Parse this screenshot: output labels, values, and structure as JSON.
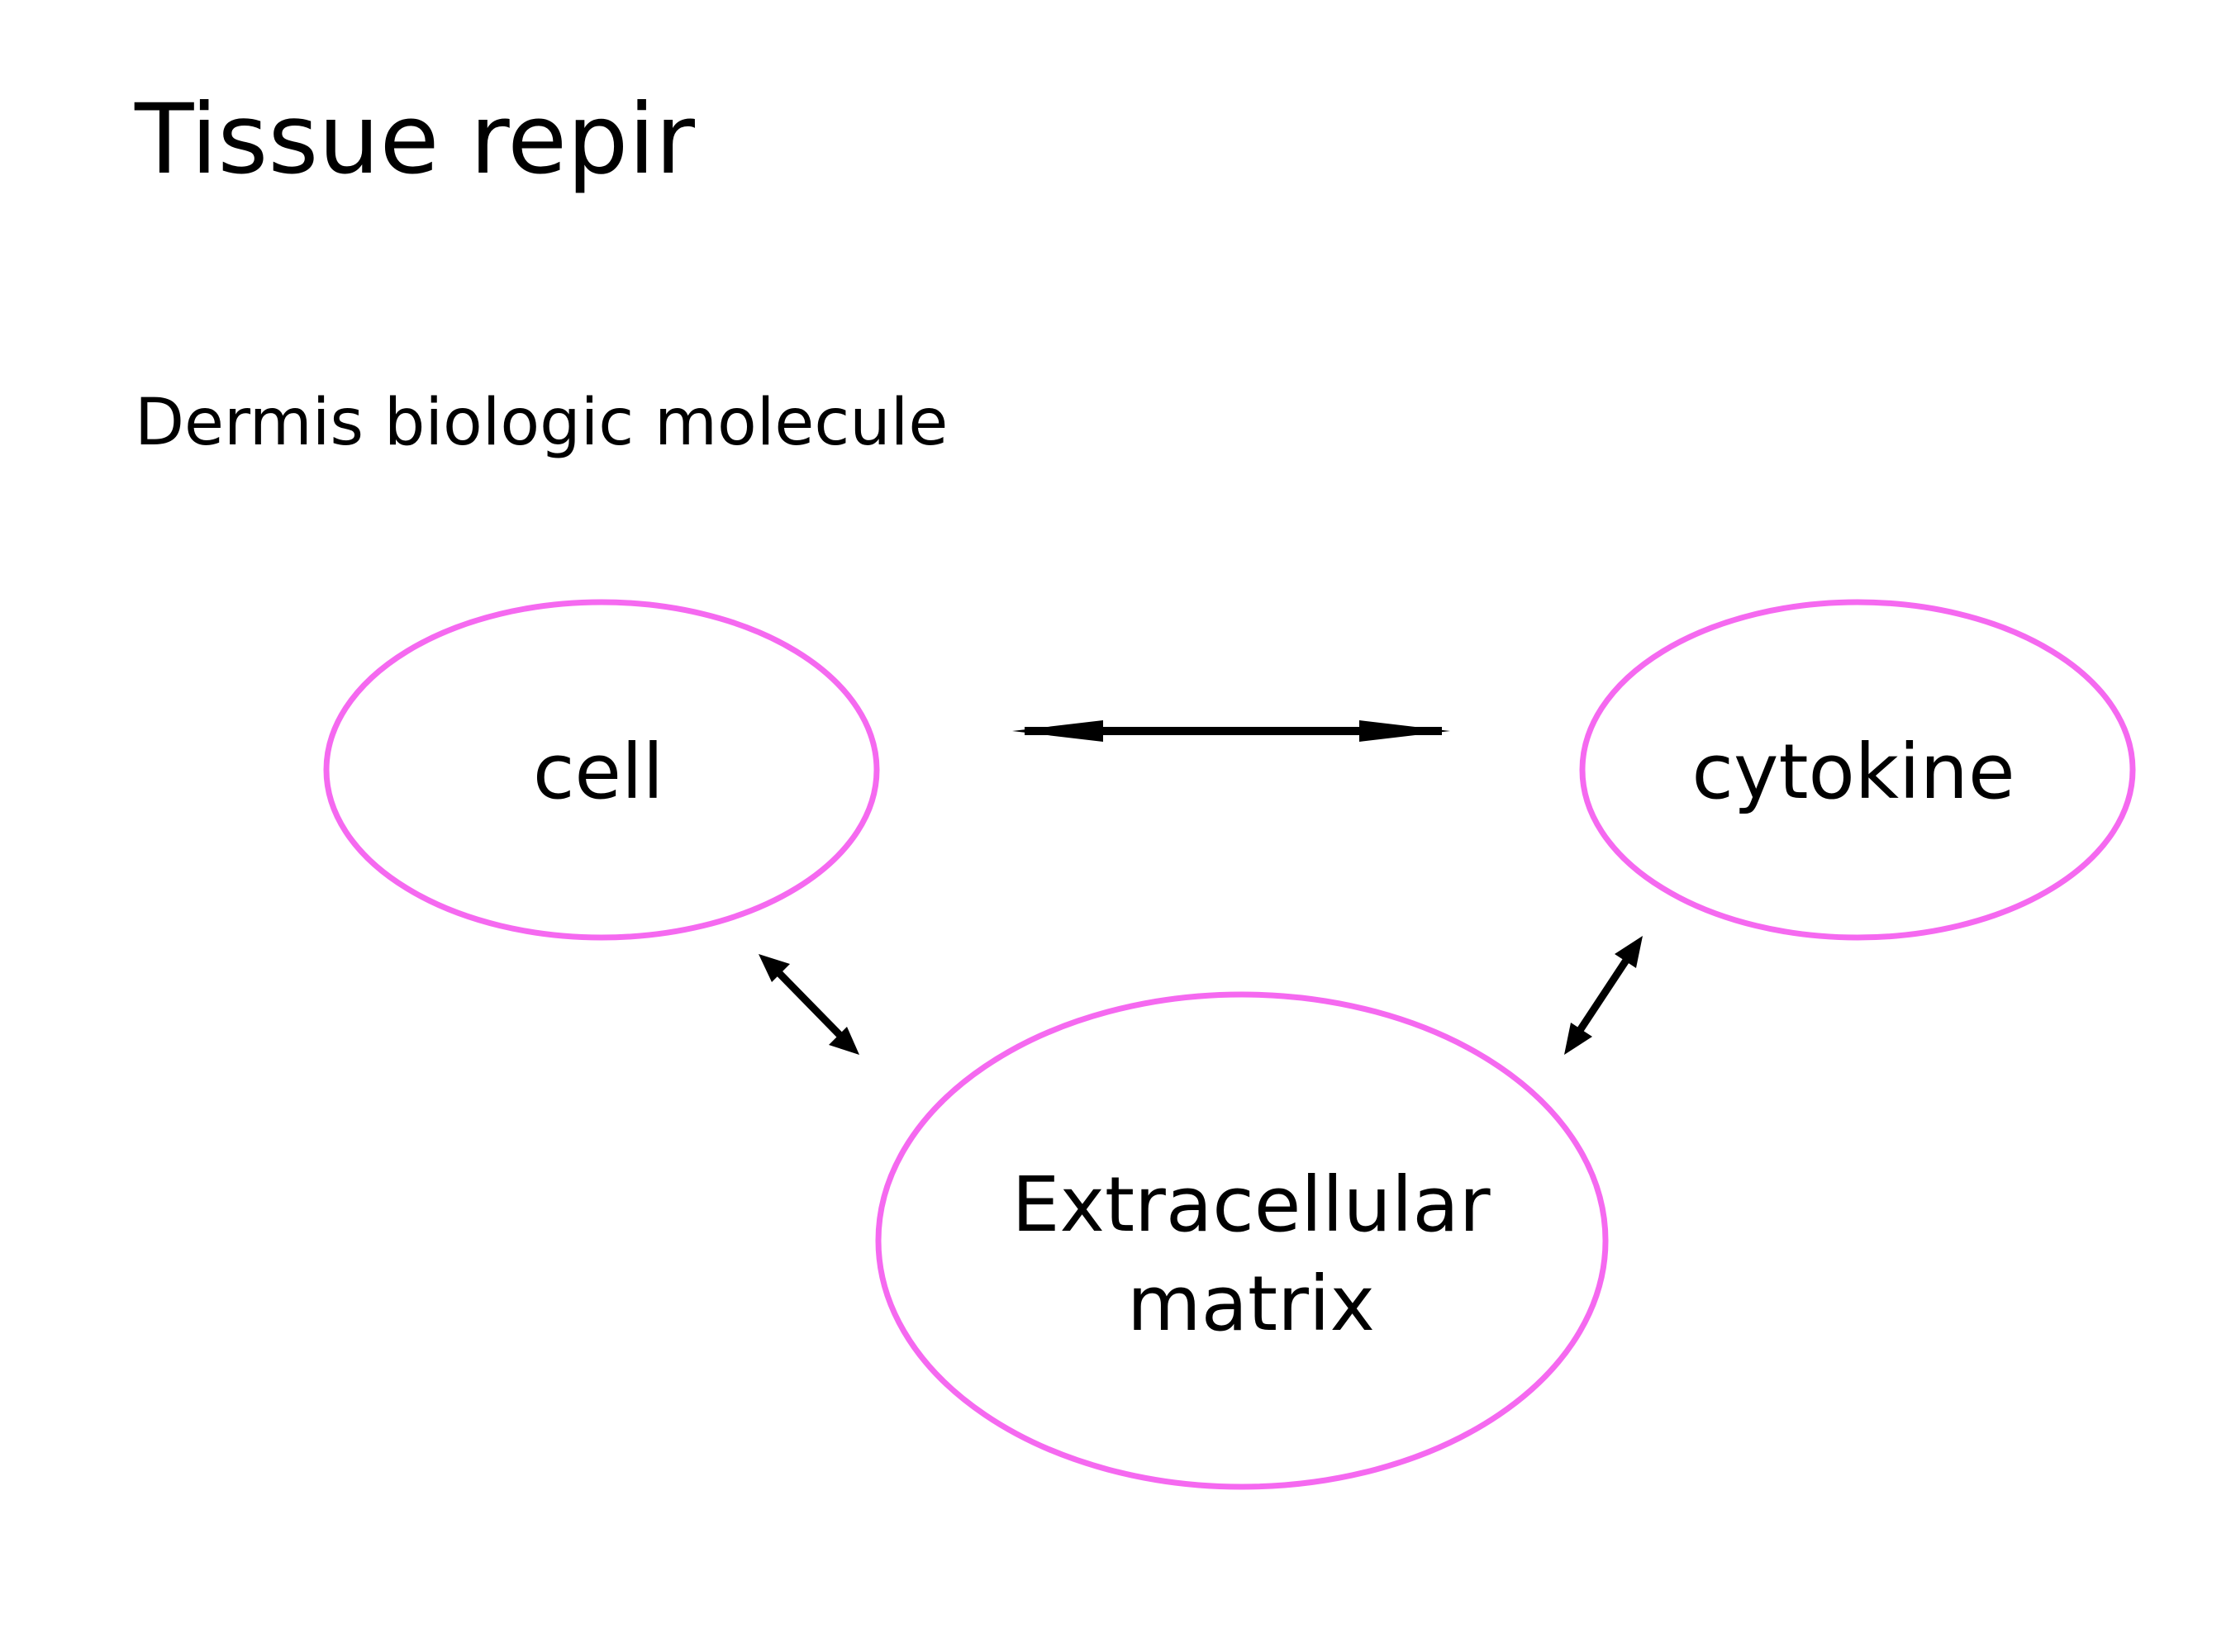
{
  "slide": {
    "title": "Tissue repir",
    "subtitle": "Dermis biologic molecule"
  },
  "diagram": {
    "nodes": {
      "cell": {
        "label": "cell"
      },
      "cytokine": {
        "label": "cytokine"
      },
      "ecm": {
        "label_line1": "Extracellular",
        "label_line2": "matrix"
      }
    },
    "edges": [
      {
        "from": "cell",
        "to": "cytokine",
        "direction": "both"
      },
      {
        "from": "cell",
        "to": "ecm",
        "direction": "both"
      },
      {
        "from": "cytokine",
        "to": "ecm",
        "direction": "both"
      }
    ],
    "colors": {
      "node_outline": "#f569f0",
      "arrow": "#000000"
    }
  }
}
